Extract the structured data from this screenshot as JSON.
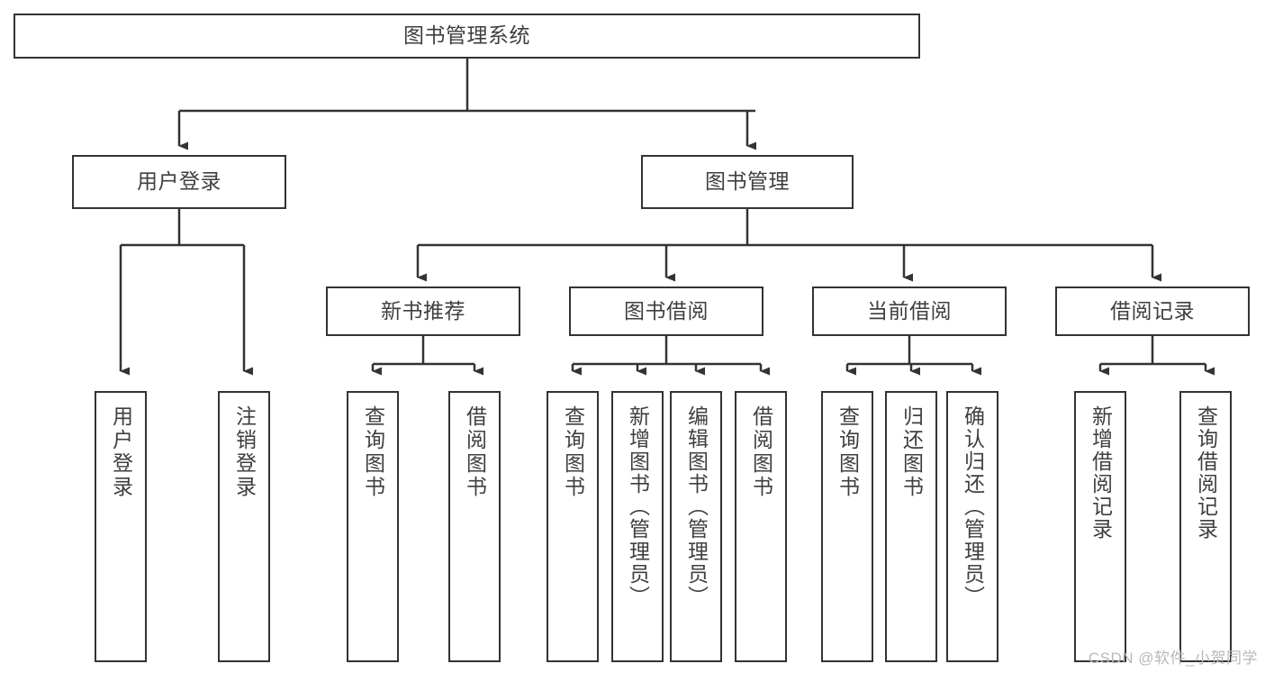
{
  "diagram": {
    "title": "图书管理系统",
    "type": "tree-hierarchy",
    "watermark": "CSDN @软件_小贺同学",
    "colors": {
      "box_border": "#333333",
      "box_fill": "#ffffff",
      "connector": "#333333",
      "text": "#3f3f3f",
      "watermark": "#b9b9b9"
    },
    "levels": {
      "root": {
        "label": "图书管理系统"
      },
      "level2": [
        {
          "id": "user-login",
          "label": "用户登录"
        },
        {
          "id": "book-management",
          "label": "图书管理"
        }
      ],
      "level3": [
        {
          "id": "new-book-recommend",
          "label": "新书推荐",
          "parent": "book-management"
        },
        {
          "id": "book-borrow",
          "label": "图书借阅",
          "parent": "book-management"
        },
        {
          "id": "current-borrow",
          "label": "当前借阅",
          "parent": "book-management"
        },
        {
          "id": "borrow-record",
          "label": "借阅记录",
          "parent": "book-management"
        }
      ],
      "leaves": [
        {
          "id": "leaf-user-login",
          "label": "用户登录",
          "parent": "user-login"
        },
        {
          "id": "leaf-logout-login",
          "label": "注销登录",
          "parent": "user-login"
        },
        {
          "id": "leaf-query-book-1",
          "label": "查询图书",
          "parent": "new-book-recommend"
        },
        {
          "id": "leaf-borrow-book-1",
          "label": "借阅图书",
          "parent": "new-book-recommend"
        },
        {
          "id": "leaf-query-book-2",
          "label": "查询图书",
          "parent": "book-borrow"
        },
        {
          "id": "leaf-add-book",
          "label": "新增图书（管理员）",
          "parent": "book-borrow"
        },
        {
          "id": "leaf-edit-book",
          "label": "编辑图书（管理员）",
          "parent": "book-borrow"
        },
        {
          "id": "leaf-borrow-book-2",
          "label": "借阅图书",
          "parent": "book-borrow"
        },
        {
          "id": "leaf-query-book-3",
          "label": "查询图书",
          "parent": "current-borrow"
        },
        {
          "id": "leaf-return-book",
          "label": "归还图书",
          "parent": "current-borrow"
        },
        {
          "id": "leaf-confirm-return",
          "label": "确认归还（管理员）",
          "parent": "current-borrow"
        },
        {
          "id": "leaf-add-record",
          "label": "新增借阅记录",
          "parent": "borrow-record"
        },
        {
          "id": "leaf-query-record",
          "label": "查询借阅记录",
          "parent": "borrow-record"
        }
      ]
    }
  }
}
